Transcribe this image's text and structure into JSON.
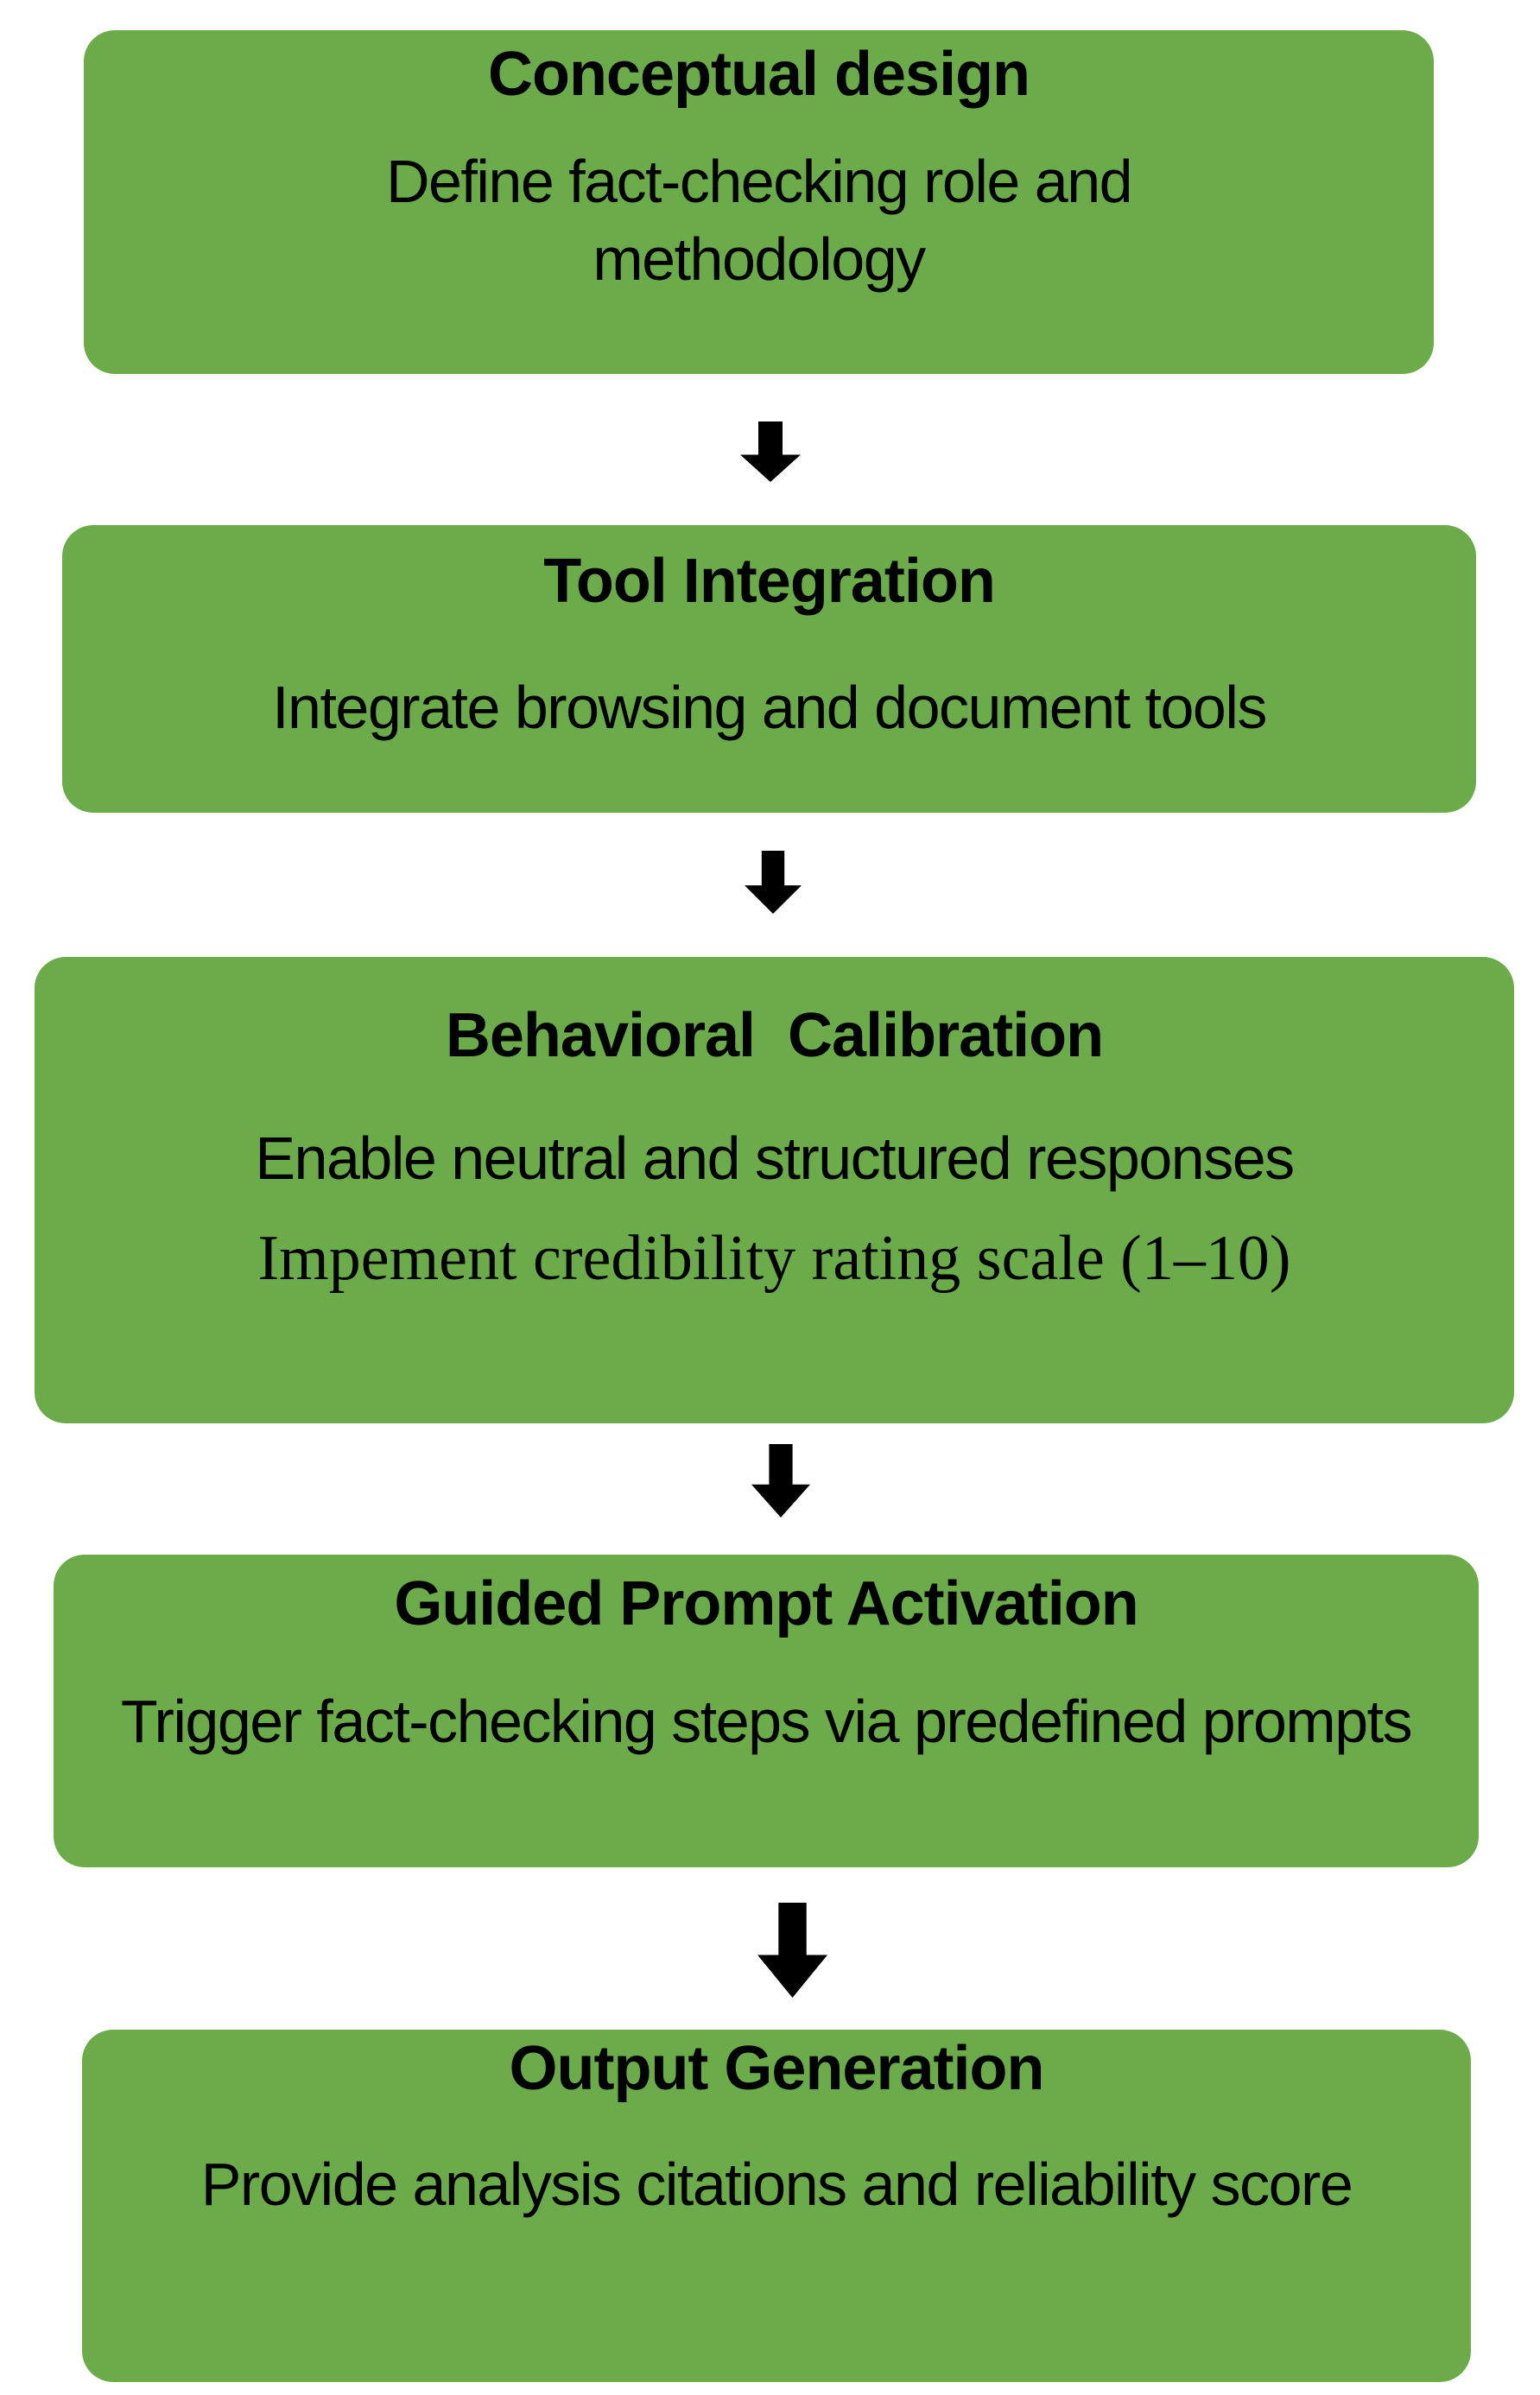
{
  "diagram": {
    "type": "flowchart-vertical",
    "steps": [
      {
        "title": "Conceptual design",
        "body1": "Define fact-checking role and methodology"
      },
      {
        "title": "Tool Integration",
        "body1": "Integrate browsing and document tools"
      },
      {
        "title": "Behavioral  Calibration",
        "body1": "Enable neutral and structured responses",
        "body2": "Impement credibility rating scale (1–10)"
      },
      {
        "title": "Guided Prompt Activation",
        "body1": "Trigger fact-checking steps via predefined prompts"
      },
      {
        "title": "Output Generation",
        "body1": "Provide analysis citations and reliability score"
      }
    ],
    "connector": "down-arrow",
    "colors": {
      "box_fill": "#6CAB4A",
      "text": "#000000",
      "arrow": "#000000",
      "background": "#FFFFFF"
    }
  }
}
